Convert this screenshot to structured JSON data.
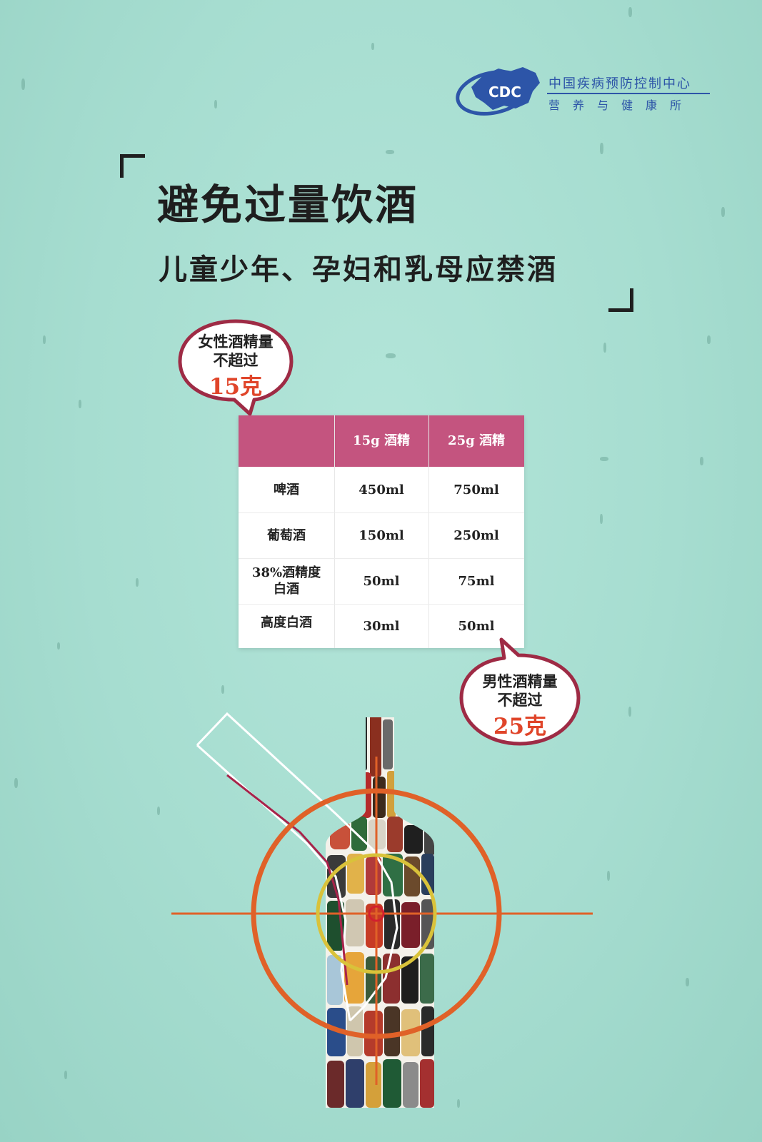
{
  "logo": {
    "mark_text": "CDC",
    "org_name": "中国疾病预防控制中心",
    "department": "营养与健康所",
    "color": "#2d55a8"
  },
  "headline": {
    "title": "避免过量饮酒",
    "subtitle": "儿童少年、孕妇和乳母应禁酒"
  },
  "bubbles": {
    "female": {
      "line1": "女性酒精量",
      "line2": "不超过",
      "amount": "15克"
    },
    "male": {
      "line1": "男性酒精量",
      "line2": "不超过",
      "amount": "25克"
    },
    "accent_color": "#e0452a",
    "border_color": "#9e2b45"
  },
  "table": {
    "header_color": "#c4547f",
    "columns": [
      "",
      "15g 酒精",
      "25g 酒精"
    ],
    "rows": [
      {
        "label": "啤酒",
        "label2": "",
        "v15": "450ml",
        "v25": "750ml"
      },
      {
        "label": "葡萄酒",
        "label2": "",
        "v15": "150ml",
        "v25": "250ml"
      },
      {
        "label": "38%酒精度",
        "label2": "白酒",
        "v15": "50ml",
        "v25": "75ml"
      },
      {
        "label": "高度白酒",
        "label2": "",
        "v15": "30ml",
        "v25": "50ml"
      }
    ]
  },
  "illustration": {
    "description_icons": [
      "bottle-collage",
      "wine-glass-outline",
      "crosshair-target"
    ],
    "target_color": "#e06128",
    "inner_ring_color": "#d9c23a"
  }
}
